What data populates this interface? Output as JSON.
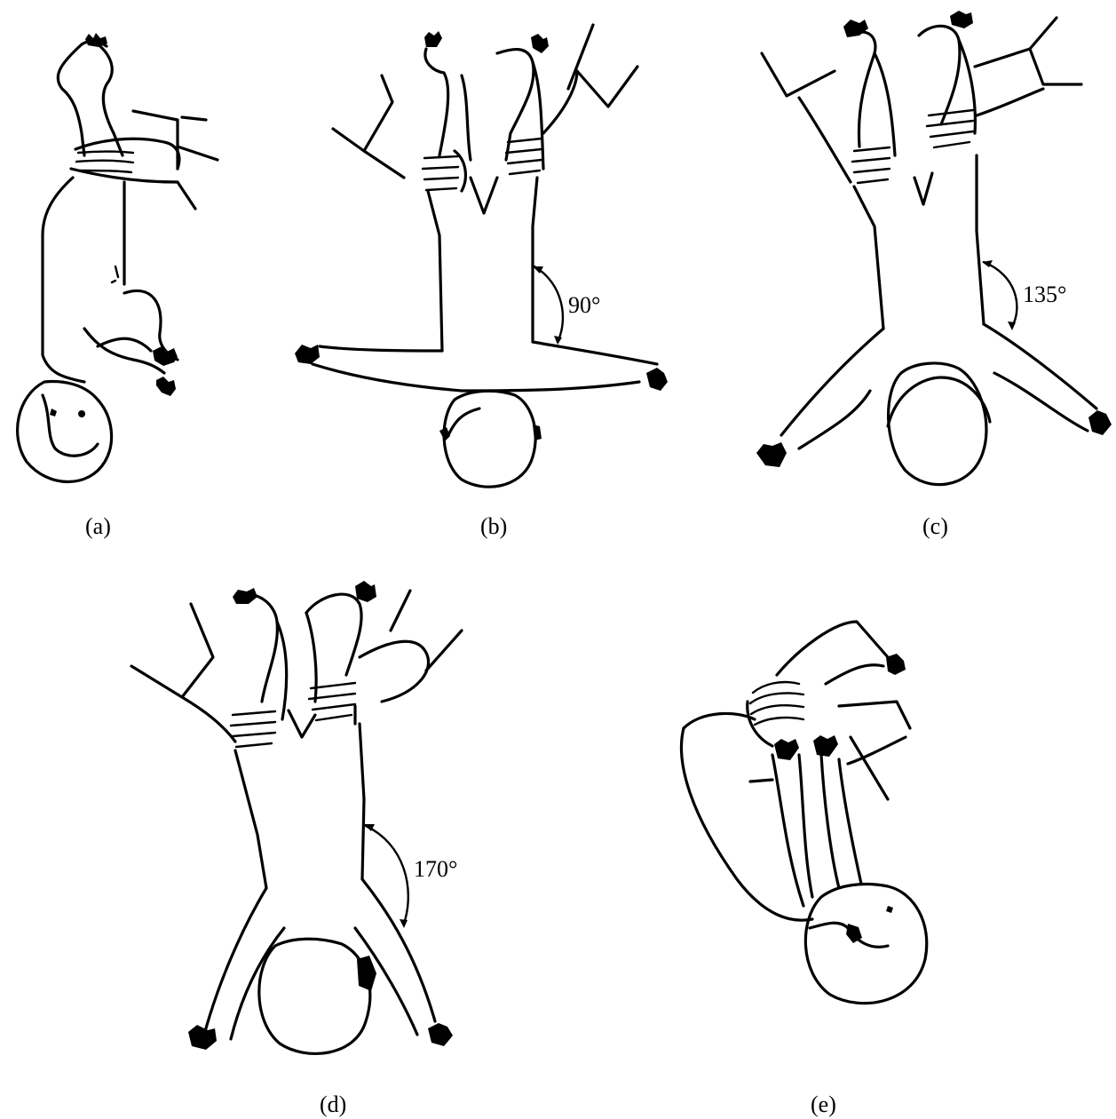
{
  "panels": [
    {
      "id": "a",
      "label": "(a)"
    },
    {
      "id": "b",
      "label": "(b)",
      "angle": "90°"
    },
    {
      "id": "c",
      "label": "(c)",
      "angle": "135°"
    },
    {
      "id": "d",
      "label": "(d)",
      "angle": "170°"
    },
    {
      "id": "e",
      "label": "(e)"
    }
  ],
  "colors": {
    "ink": "#000000",
    "background": "#ffffff"
  }
}
